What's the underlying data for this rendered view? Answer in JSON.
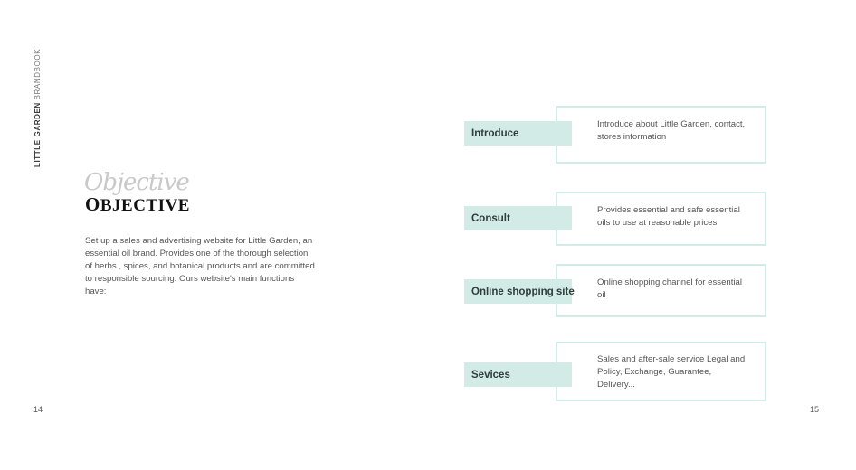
{
  "spine": {
    "bold": "LITTLE  GARDEN",
    "light": " BRANDBOOK"
  },
  "script_word": "Objective",
  "heading": {
    "first": "O",
    "rest": "BJECTIVE"
  },
  "description": "Set up a sales and advertising website for Little Garden, an essential oil brand. Provides one of the thorough selection of herbs , spices, and botanical products and are committed to responsible sourcing. Ours website's main functions have:",
  "page_left": "14",
  "page_right": "15",
  "functions": [
    {
      "label": "Introduce",
      "text": "Introduce about Little Garden, contact, stores information"
    },
    {
      "label": "Consult",
      "text": "Provides essential and safe essential oils to use at reasonable prices"
    },
    {
      "label": "Online shopping site",
      "text": "Online shopping channel for essential oil"
    },
    {
      "label": "Sevices",
      "text": "Sales and after-sale service Legal and Policy, Exchange, Guarantee, Delivery..."
    }
  ],
  "colors": {
    "accent": "#d3ebe6",
    "heading": "#111111",
    "body_text": "#555555"
  }
}
